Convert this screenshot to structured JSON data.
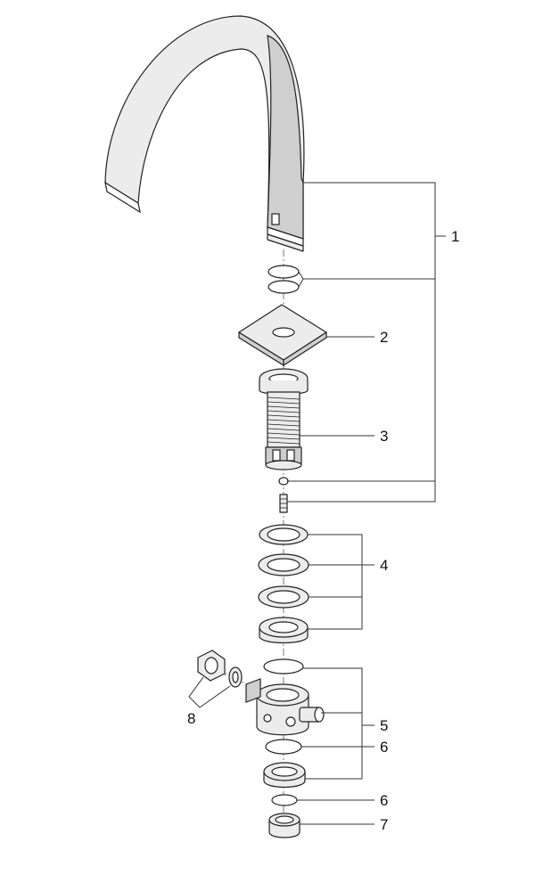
{
  "callouts": {
    "c1": "1",
    "c2": "2",
    "c3": "3",
    "c4": "4",
    "c5": "5",
    "c6a": "6",
    "c6b": "6",
    "c7": "7",
    "c8": "8"
  },
  "icons": {
    "spout": "faucet-spout-icon",
    "plate": "cover-plate-icon",
    "shank": "threaded-shank-icon",
    "ring": "o-ring-icon",
    "nut": "hex-nut-icon"
  }
}
